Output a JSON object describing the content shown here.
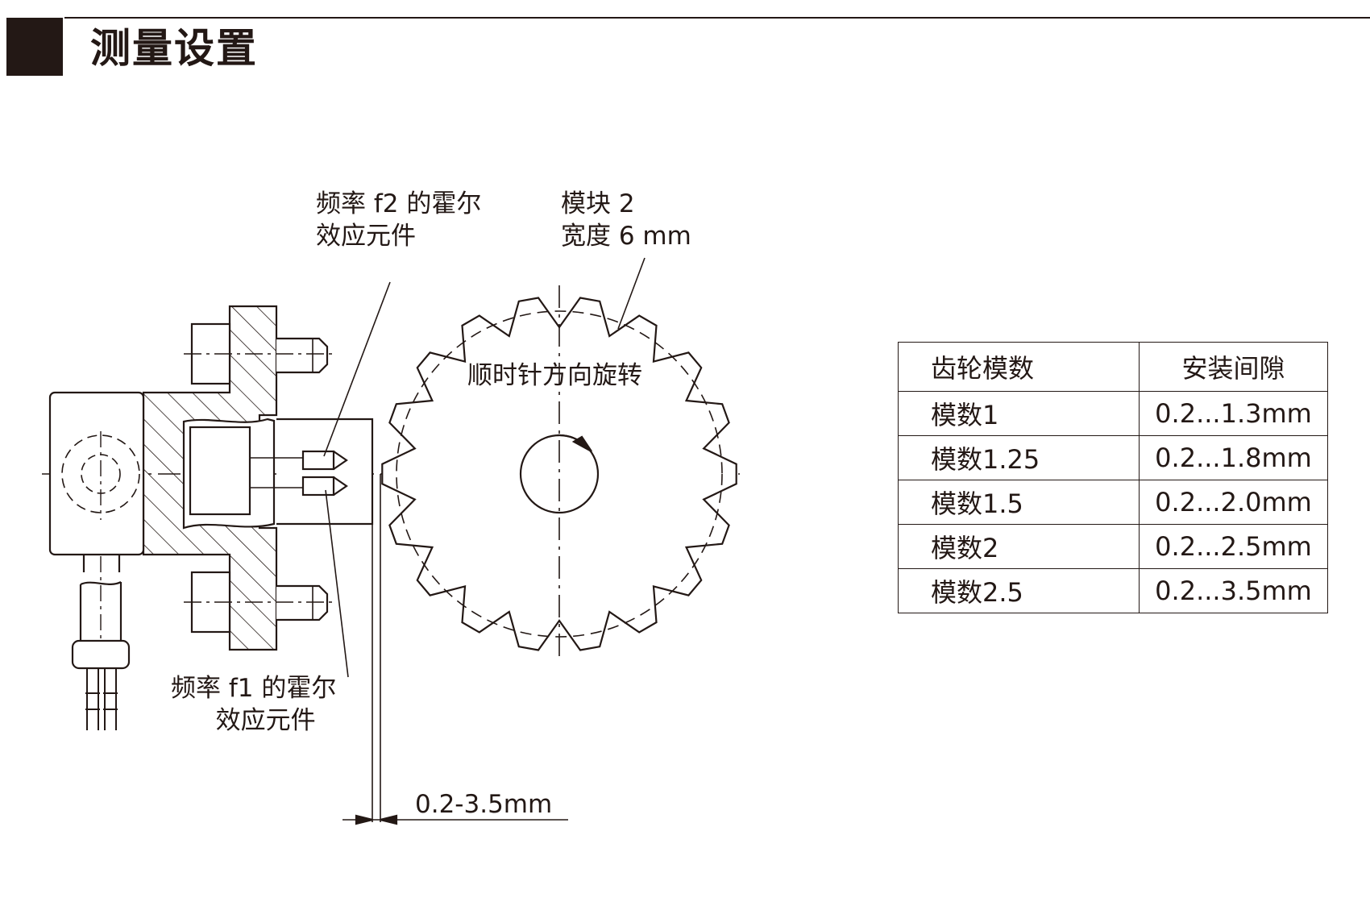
{
  "header": {
    "title": "测量设置"
  },
  "labels": {
    "sensor_f2": [
      "频率 f2 的霍尔",
      "效应元件"
    ],
    "module_info": [
      "模块 2",
      "宽度 6 mm"
    ],
    "rotation": "顺时针方向旋转",
    "sensor_f1": [
      "频率 f1 的霍尔",
      "效应元件"
    ],
    "gap": "0.2-3.5mm"
  },
  "table": {
    "headers": [
      "齿轮模数",
      "安装间隙"
    ],
    "rows": [
      [
        "模数1",
        "0.2...1.3mm"
      ],
      [
        "模数1.25",
        "0.2...1.8mm"
      ],
      [
        "模数1.5",
        "0.2...2.0mm"
      ],
      [
        "模数2",
        "0.2...2.5mm"
      ],
      [
        "模数2.5",
        "0.2...3.5mm"
      ]
    ]
  },
  "gear": {
    "teeth": 18
  },
  "colors": {
    "ink": "#231815",
    "background": "#ffffff"
  }
}
